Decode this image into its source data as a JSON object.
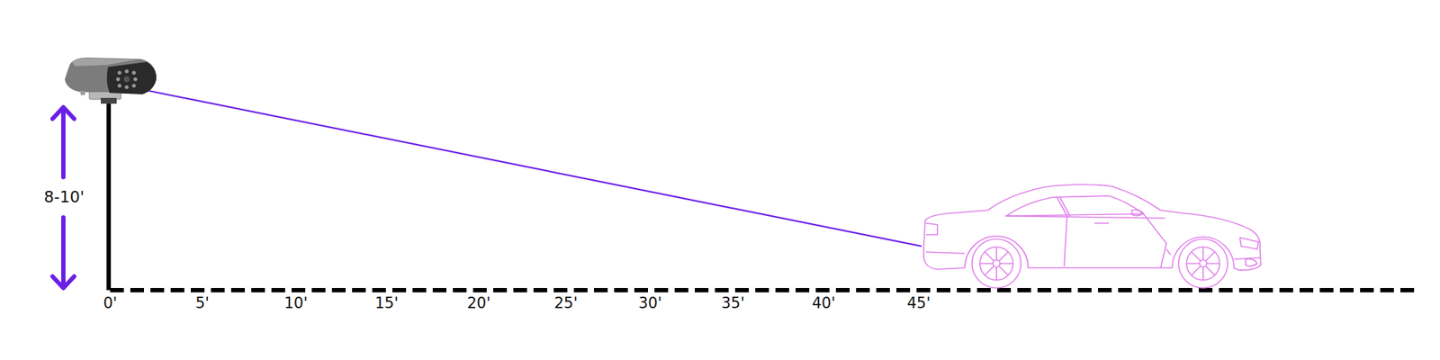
{
  "diagram": {
    "labels": [
      "8-10'",
      "0'",
      "5'",
      "10'",
      "15'",
      "20'",
      "25'",
      "30'",
      "35'",
      "40'",
      "45'"
    ]
  }
}
